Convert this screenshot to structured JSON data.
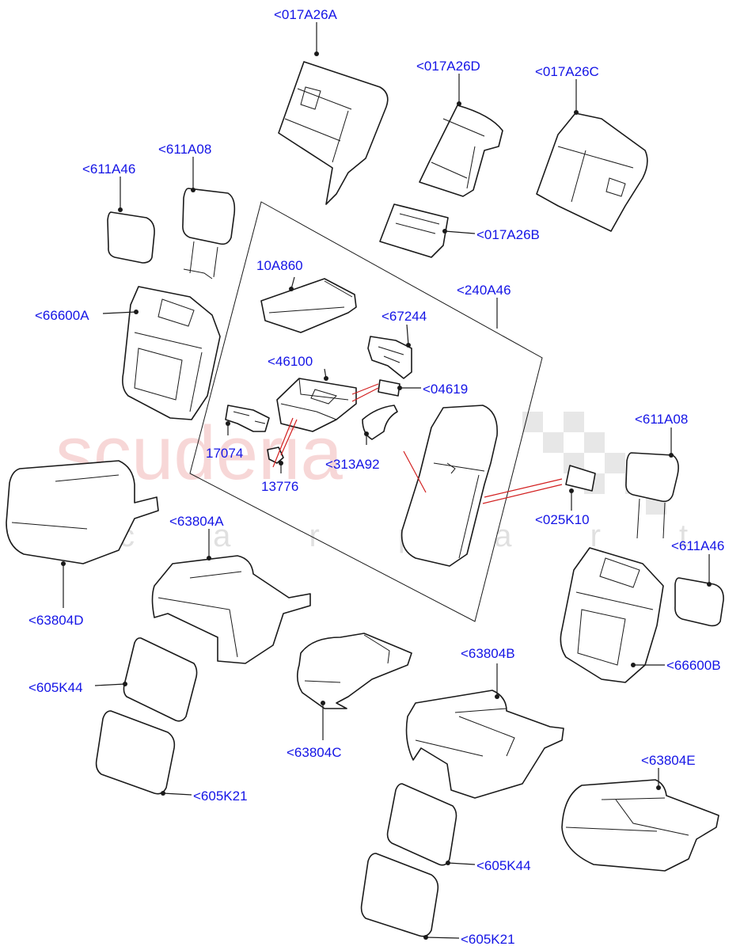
{
  "watermark": {
    "brand": "scuderia",
    "sub": "c a r p a r t s"
  },
  "labels": {
    "l_017A26A": "<017A26A",
    "l_017A26D": "<017A26D",
    "l_017A26C": "<017A26C",
    "l_017A26B": "<017A26B",
    "l_611A46_left": "<611A46",
    "l_611A08_left": "<611A08",
    "l_66600A": "<66600A",
    "l_10A860": "10A860",
    "l_240A46": "<240A46",
    "l_67244": "<67244",
    "l_46100": "<46100",
    "l_04619": "<04619",
    "l_17074": "17074",
    "l_313A92": "<313A92",
    "l_13776": "13776",
    "l_025K10": "<025K10",
    "l_611A08_right": "<611A08",
    "l_611A46_right": "<611A46",
    "l_63804A": "<63804A",
    "l_63804D": "<63804D",
    "l_66600B": "<66600B",
    "l_605K44_left": "<605K44",
    "l_63804C": "<63804C",
    "l_63804B": "<63804B",
    "l_605K21_left": "<605K21",
    "l_63804E": "<63804E",
    "l_605K44_right": "<605K44",
    "l_605K21_right": "<605K21"
  }
}
